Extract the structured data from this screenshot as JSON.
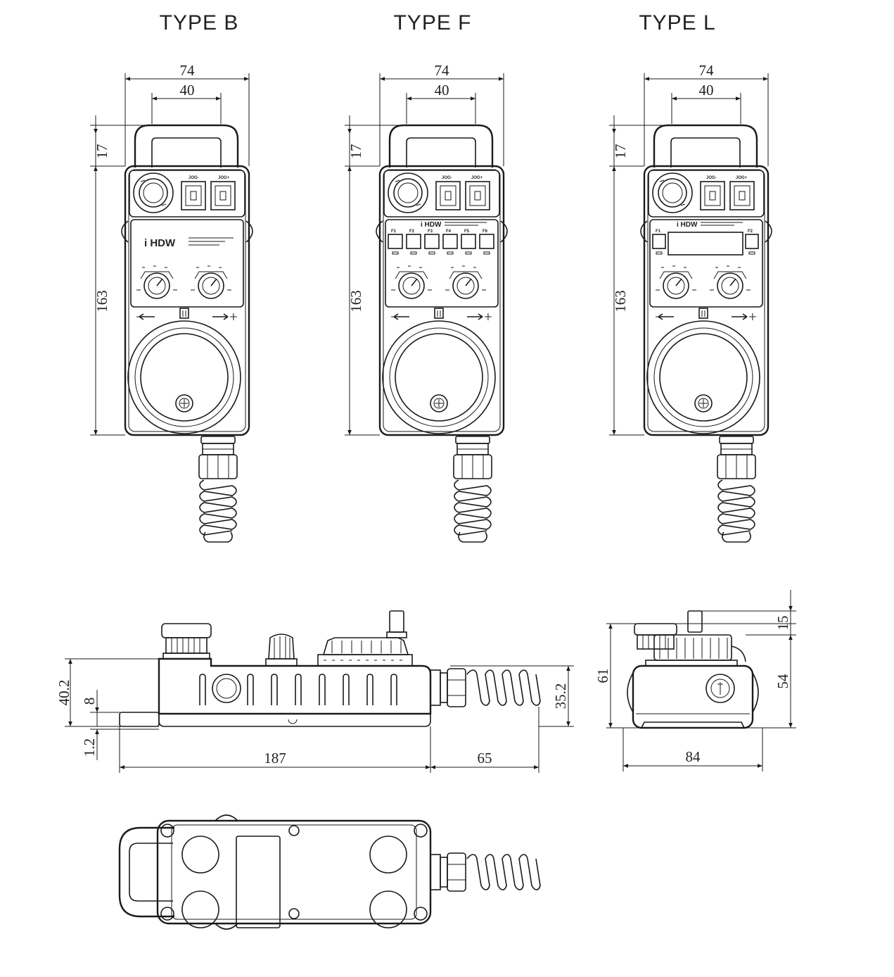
{
  "titles": [
    "TYPE B",
    "TYPE F",
    "TYPE L"
  ],
  "front_dims": {
    "width": "74",
    "inner": "40",
    "handle": "17",
    "height": "163"
  },
  "logo_text": "i HDW",
  "f_keys": [
    "F1",
    "F2",
    "F3",
    "F4",
    "F5",
    "F6"
  ],
  "l_keys": [
    "F1",
    "F2"
  ],
  "jog_labels": [
    "JOG-",
    "JOG+"
  ],
  "jog_signs": {
    "minus": "−",
    "plus": "+"
  },
  "side_dims": {
    "total_h": "40.2",
    "foot": "8",
    "base": "1.2",
    "length": "187",
    "cable": "65",
    "body_h": "35.2"
  },
  "end_dims": {
    "top": "15",
    "overall": "61",
    "body": "54",
    "width": "84"
  }
}
